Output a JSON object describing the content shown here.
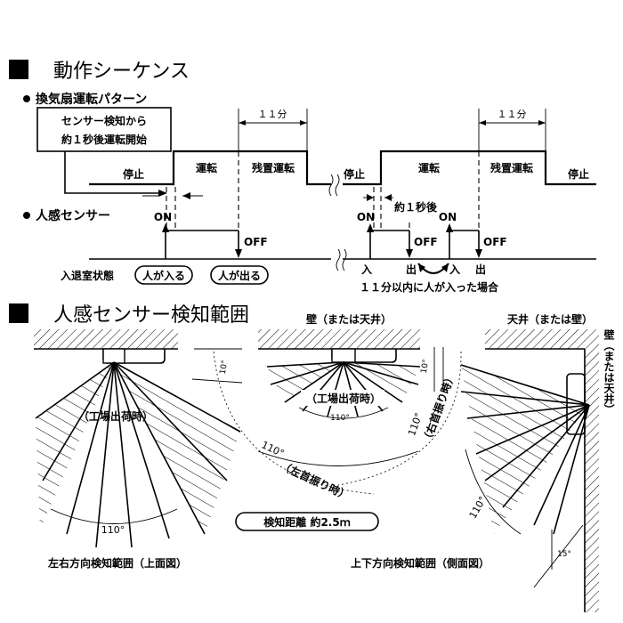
{
  "section1": {
    "title": "動作シーケンス",
    "fan_pattern_label": "換気扇運転パターン",
    "box_line1": "センサー検知から",
    "box_line2": "約１秒後運転開始",
    "stop1": "停止",
    "run1": "運転",
    "residual1": "残置運転",
    "stop2": "停止",
    "run2": "運転",
    "residual2": "残置運転",
    "stop3": "停止",
    "dim11a": "１１分",
    "dim11b": "１１分",
    "sensor_label": "人感センサー",
    "on1": "ON",
    "off1": "OFF",
    "on2": "ON",
    "approx1s": "約１秒後",
    "on3": "ON",
    "off2": "OFF",
    "off3": "OFF",
    "room_state_label": "入退室状態",
    "enter_badge": "人が入る",
    "exit_badge": "人が出る",
    "in1": "入",
    "out1": "出",
    "in2": "入",
    "out2": "出",
    "within11": "１１分以内に人が入った場合"
  },
  "section2": {
    "title": "人感センサー検知範囲",
    "wall_ceiling": "壁（または天井）",
    "ceiling_wall": "天井（または壁）",
    "wall_vertical": "壁（または天井）",
    "factory1": "（工場出荷時）",
    "factory2": "（工場出荷時）",
    "angle110_a": "110°",
    "angle110_b": "110°",
    "angle110_c": "110°",
    "angle110_d": "110°",
    "angle10_a": "10°",
    "angle10_b": "10°",
    "angle15": "15°",
    "left_swing": "（左首振り時）",
    "right_swing": "（右首振り時）",
    "distance": "検知距離 約2.5ｍ",
    "lr_caption": "左右方向検知範囲（上面図）",
    "ud_caption": "上下方向検知範囲（側面図）"
  }
}
